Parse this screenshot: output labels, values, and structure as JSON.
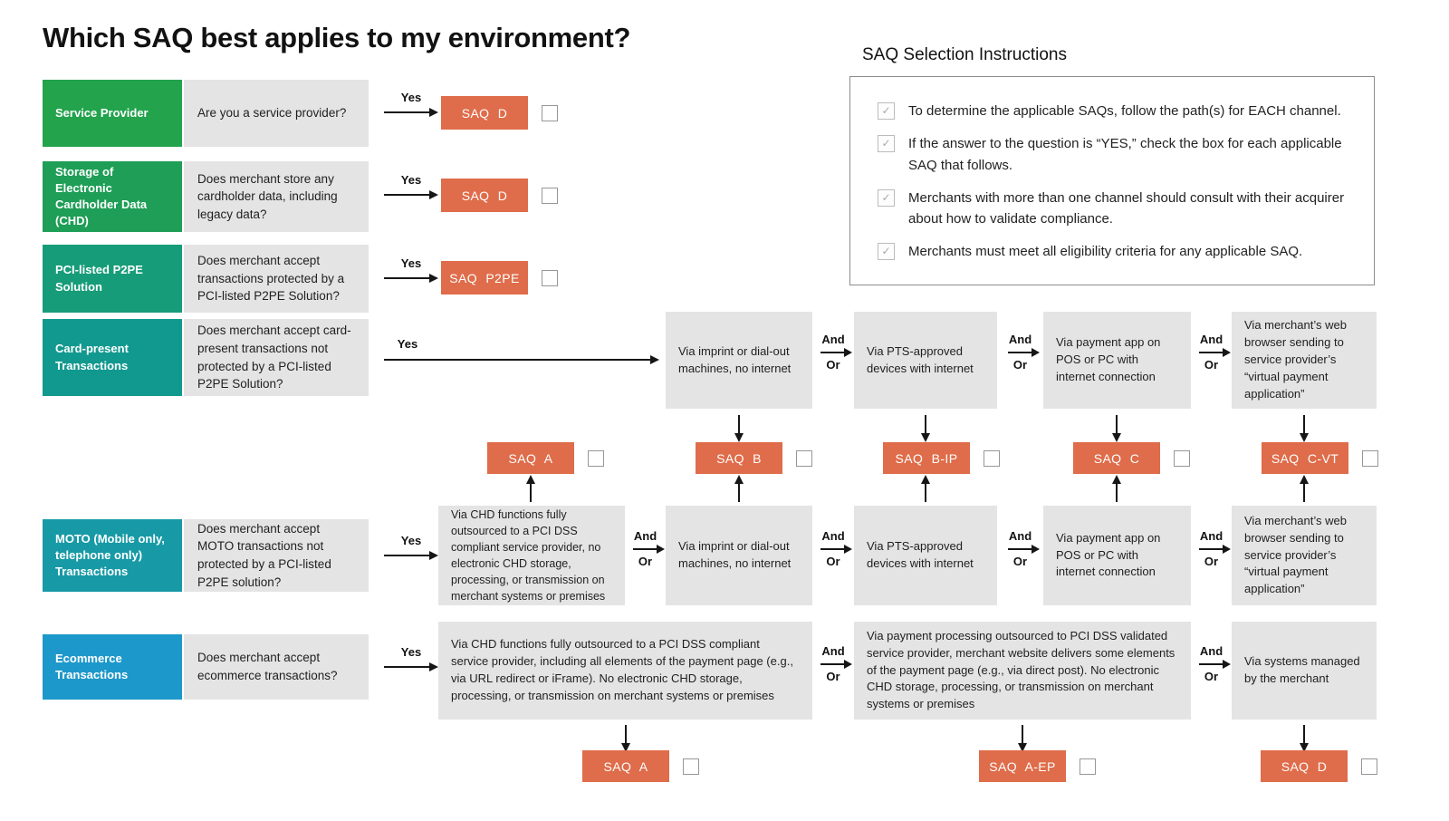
{
  "title": "Which SAQ best applies to my environment?",
  "instructions": {
    "heading": "SAQ Selection Instructions",
    "items": [
      "To determine the applicable SAQs, follow the path(s) for EACH channel.",
      "If the answer to the question is “YES,” check the box for each applicable SAQ that follows.",
      "Merchants with more than one channel should consult with their acquirer about how to validate compliance.",
      "Merchants must meet all eligibility criteria for any applicable SAQ."
    ]
  },
  "icons": {
    "check": "✓"
  },
  "connector": {
    "yes": "Yes",
    "and": "And",
    "or": "Or"
  },
  "channels": [
    {
      "label": "Service Provider",
      "question": "Are you a service provider?",
      "color": "#22a34c",
      "result_saq": "SAQ D"
    },
    {
      "label": "Storage of Electronic Cardholder Data (CHD)",
      "question": "Does merchant store any cardholder data, including legacy data?",
      "color": "#1e9e56",
      "result_saq": "SAQ D"
    },
    {
      "label": "PCI-listed P2PE Solution",
      "question": "Does merchant accept transactions protected by a PCI-listed P2PE Solution?",
      "color": "#169c78",
      "result_saq": "SAQ P2PE"
    },
    {
      "label": "Card-present Transactions",
      "question": "Does merchant accept card-present transactions not protected by a PCI-listed P2PE Solution?",
      "color": "#12998f"
    },
    {
      "label": "MOTO (Mobile only, telephone only) Transactions",
      "question": "Does merchant accept MOTO transactions not protected by a PCI-listed P2PE solution?",
      "color": "#179aa6"
    },
    {
      "label": "Ecommerce Transactions",
      "question": "Does merchant accept ecommerce transactions?",
      "color": "#1d98ca"
    }
  ],
  "paths": {
    "card_present": [
      "Via imprint or dial-out machines, no internet",
      "Via PTS-approved devices with internet",
      "Via payment app on POS or PC with internet connection",
      "Via merchant’s web browser sending to service provider’s “virtual payment application”"
    ],
    "moto": [
      "Via CHD functions fully outsourced to a PCI DSS compliant service provider, no electronic CHD storage, processing, or transmission on merchant systems or premises",
      "Via imprint or dial-out machines, no internet",
      "Via PTS-approved devices with internet",
      "Via payment app on POS or PC with internet connection",
      "Via merchant’s web browser sending to service provider’s “virtual payment application”"
    ],
    "ecommerce": [
      "Via CHD functions fully outsourced to a PCI DSS compliant service provider, including all elements of the payment page (e.g., via URL redirect or iFrame). No electronic CHD storage, processing, or transmission on merchant systems or premises",
      "Via payment processing outsourced to PCI DSS validated service provider, merchant website delivers some elements of the payment page (e.g., via direct post). No electronic CHD storage, processing, or transmission on merchant systems or premises",
      "Via systems managed by the merchant"
    ]
  },
  "saq_mid": [
    "SAQ A",
    "SAQ B",
    "SAQ B-IP",
    "SAQ C",
    "SAQ C-VT"
  ],
  "saq_bottom": [
    "SAQ A",
    "SAQ A-EP",
    "SAQ D"
  ],
  "colors": {
    "saq_box": "#df6c4a",
    "path_box": "#e4e4e4"
  }
}
